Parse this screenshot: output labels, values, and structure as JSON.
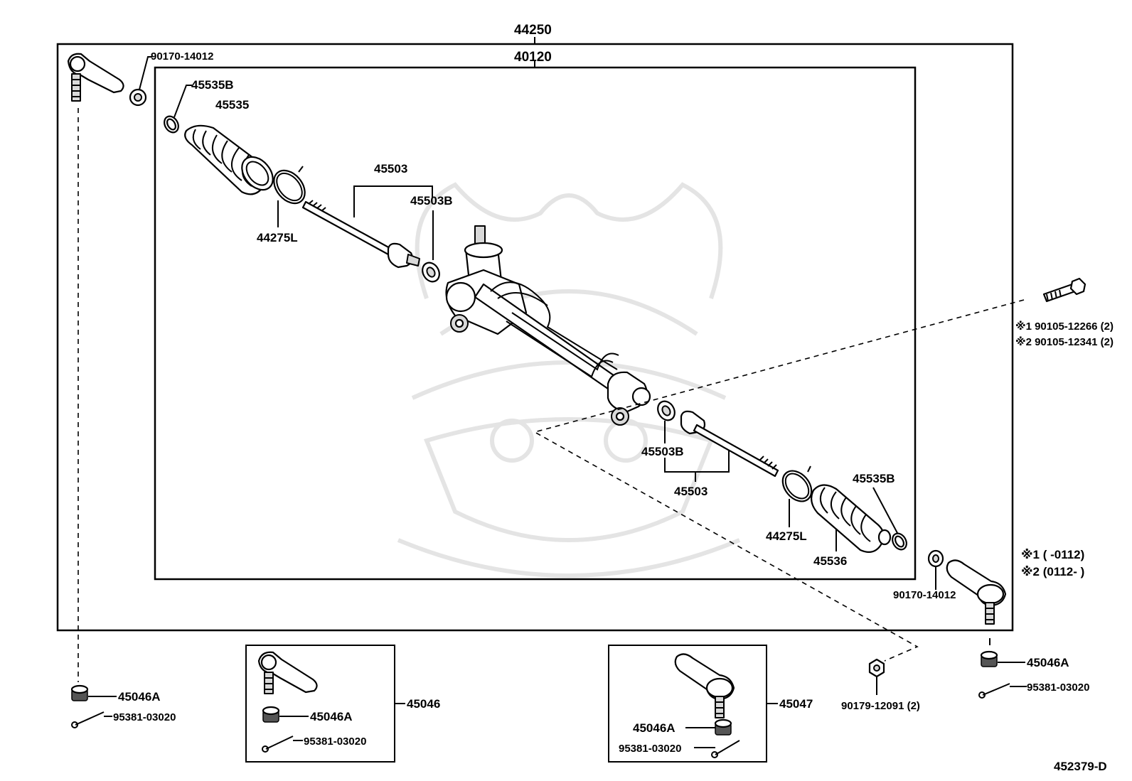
{
  "labels": {
    "assembly_44250": "44250",
    "assembly_40120": "40120",
    "nut_top_left": "90170-14012",
    "clamp_left": "45535B",
    "boot_left": "45535",
    "ring_left": "44275L",
    "tie_rod_left": "45503",
    "washer_left": "45503B",
    "bolt_note_1": "※1 90105-12266 (2)",
    "bolt_note_2": "※2 90105-12341 (2)",
    "washer_right": "45503B",
    "tie_rod_right": "45503",
    "ring_right": "44275L",
    "clamp_right": "45535B",
    "boot_right": "45536",
    "legend_1": "※1 (      -0112)",
    "legend_2": "※2 (0112-      )",
    "nut_right": "90170-14012",
    "nut_bottom_left": "45046A",
    "pin_bottom_left": "95381-03020",
    "box1_nut": "45046A",
    "box1_pin": "95381-03020",
    "box1_assy": "45046",
    "box2_nut": "45046A",
    "box2_pin": "95381-03020",
    "box2_assy": "45047",
    "nut_bolt_bottom": "90179-12091 (2)",
    "nut_bottom_right": "45046A",
    "pin_bottom_right": "95381-03020",
    "diagram_code": "452379-D"
  }
}
